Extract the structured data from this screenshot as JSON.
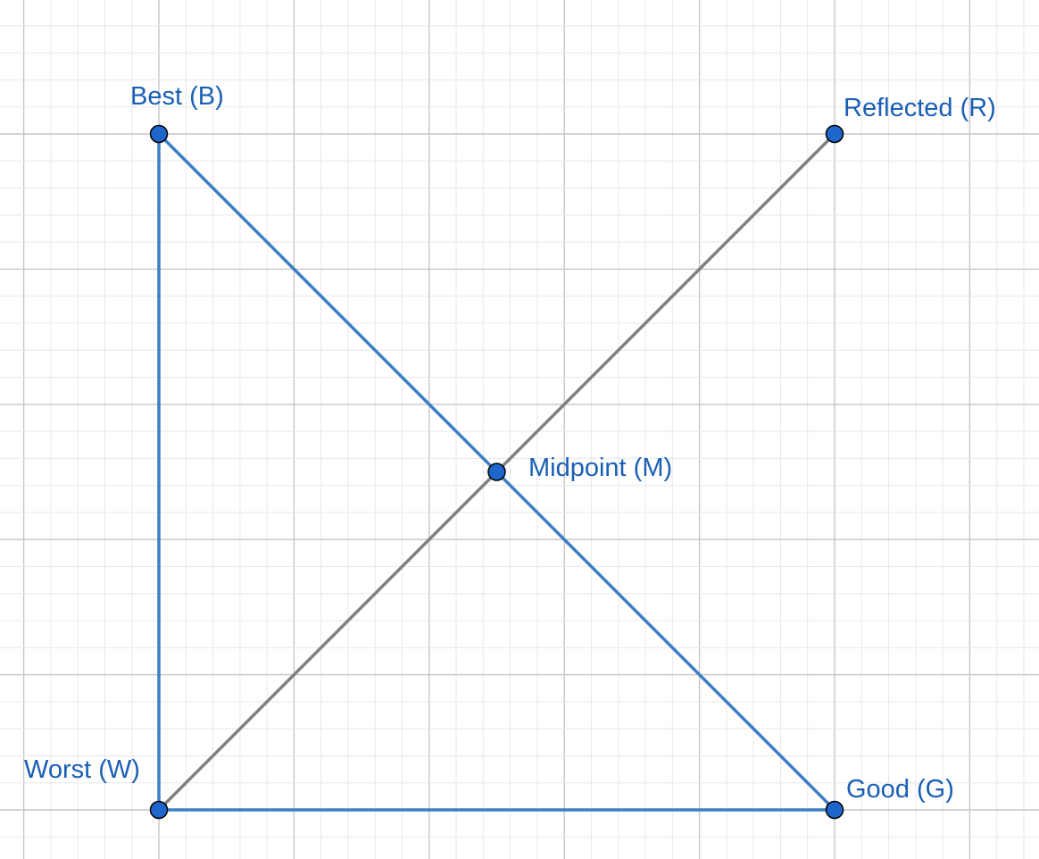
{
  "points": [
    {
      "id": "B",
      "label": "Best (B)",
      "x": 0,
      "y": 5
    },
    {
      "id": "W",
      "label": "Worst (W)",
      "x": 0,
      "y": 0
    },
    {
      "id": "G",
      "label": "Good (G)",
      "x": 5,
      "y": 0
    },
    {
      "id": "M",
      "label": "Midpoint (M)",
      "x": 2.5,
      "y": 2.5
    },
    {
      "id": "R",
      "label": "Reflected (R)",
      "x": 5,
      "y": 5
    }
  ],
  "segments": [
    {
      "from": "W",
      "to": "B",
      "color": "#3b7fc4"
    },
    {
      "from": "B",
      "to": "G",
      "color": "#3b7fc4"
    },
    {
      "from": "W",
      "to": "G",
      "color": "#3b7fc4"
    },
    {
      "from": "W",
      "to": "R",
      "color": "#808080"
    }
  ],
  "colors": {
    "point_fill": "#1f66cc",
    "point_stroke": "#000000",
    "label": "#1a5fb4",
    "grid_major": "#c6c6c6",
    "grid_minor": "#e8e8e8"
  }
}
